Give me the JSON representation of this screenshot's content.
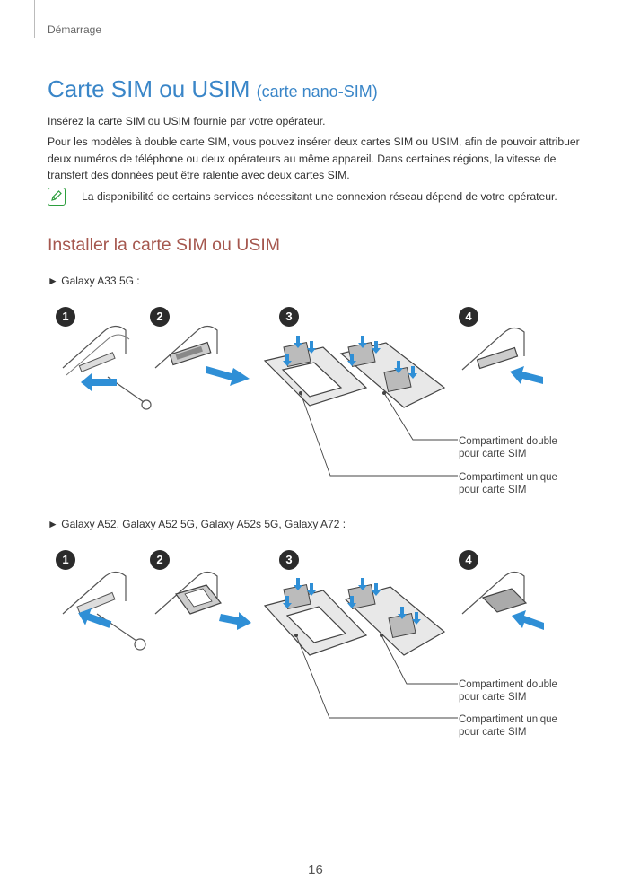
{
  "header": {
    "section": "Démarrage"
  },
  "title": {
    "main": "Carte SIM ou USIM",
    "sub": "(carte nano-SIM)"
  },
  "intro": "Insérez la carte SIM ou USIM fournie par votre opérateur.",
  "paragraph": "Pour les modèles à double carte SIM, vous pouvez insérer deux cartes SIM ou USIM, afin de pouvoir attribuer deux numéros de téléphone ou deux opérateurs au même appareil. Dans certaines régions, la vitesse de transfert des données peut être ralentie avec deux cartes SIM.",
  "note": {
    "icon": "pencil-note-icon",
    "text": "La disponibilité de certains services nécessitant une connexion réseau dépend de votre opérateur."
  },
  "section_title": "Installer la carte SIM ou USIM",
  "models": [
    {
      "arrow": "►",
      "label": "Galaxy A33 5G :",
      "steps": [
        "1",
        "2",
        "3",
        "4"
      ],
      "callouts": {
        "dual": "Compartiment double pour carte SIM",
        "single": "Compartiment unique pour carte SIM"
      }
    },
    {
      "arrow": "►",
      "label": "Galaxy A52, Galaxy A52 5G, Galaxy A52s 5G, Galaxy A72 :",
      "steps": [
        "1",
        "2",
        "3",
        "4"
      ],
      "callouts": {
        "dual": "Compartiment double pour carte SIM",
        "single": "Compartiment unique pour carte SIM"
      }
    }
  ],
  "colors": {
    "title": "#3a86c8",
    "section": "#a5574e",
    "note_icon": "#2d9e3e",
    "arrow": "#2f8fd6"
  },
  "page_number": "16"
}
